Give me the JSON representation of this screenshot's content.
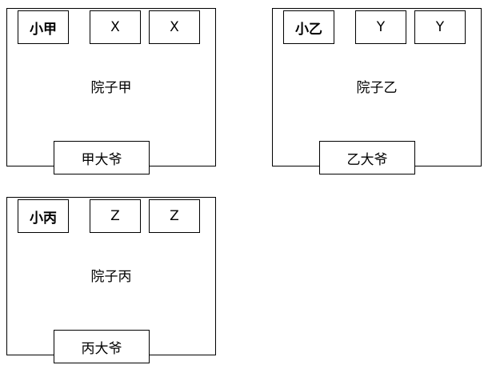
{
  "diagram": {
    "yards": [
      {
        "owner": "小甲",
        "children": [
          "X",
          "X"
        ],
        "label": "院子甲",
        "elder": "甲大爷"
      },
      {
        "owner": "小乙",
        "children": [
          "Y",
          "Y"
        ],
        "label": "院子乙",
        "elder": "乙大爷"
      },
      {
        "owner": "小丙",
        "children": [
          "Z",
          "Z"
        ],
        "label": "院子丙",
        "elder": "丙大爷"
      }
    ]
  }
}
